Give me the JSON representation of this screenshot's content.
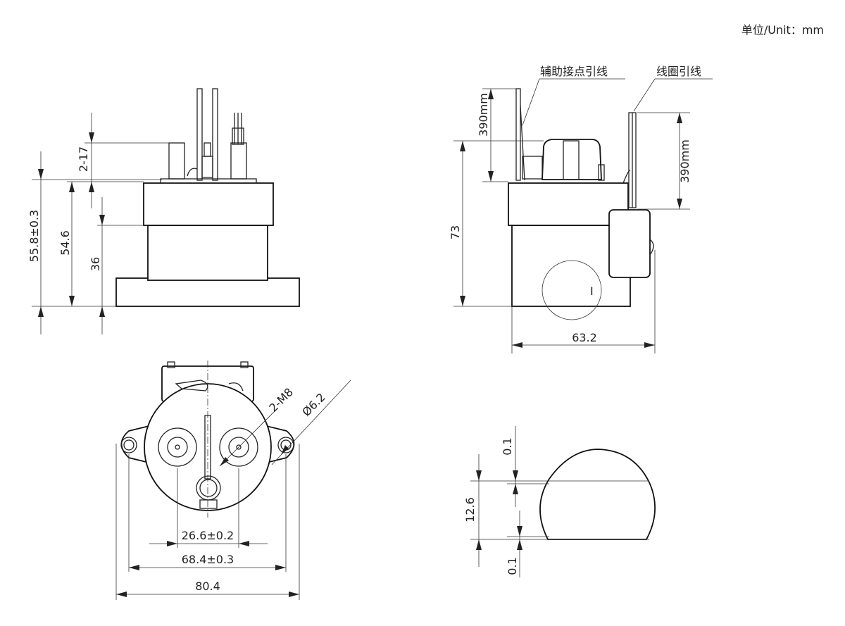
{
  "unit_label": "单位/Unit：mm",
  "callouts": {
    "aux_contact_lead": "辅助接点引线",
    "coil_lead": "线圈引线"
  },
  "front_view": {
    "dim_overall_height": "55.8±0.3",
    "dim_flange_to_top": "54.6",
    "dim_body_height": "36",
    "dim_terminal_thread": "2-17"
  },
  "side_view": {
    "dim_height": "73",
    "dim_width": "63.2",
    "dim_aux_lead_length": "390mm",
    "dim_coil_lead_length": "390mm",
    "detail_marker": "I"
  },
  "top_view": {
    "dim_terminal_pitch": "26.6±0.2",
    "dim_mount_pitch": "68.4±0.3",
    "dim_flange_width": "80.4",
    "dim_thread": "2-M8",
    "dim_hole_dia": "Ø6.2"
  },
  "detail_view": {
    "dim_top_gap": "0.1",
    "dim_height": "12.6",
    "dim_bottom_gap": "0.1"
  },
  "colors": {
    "line": "#222222",
    "background": "#ffffff"
  }
}
